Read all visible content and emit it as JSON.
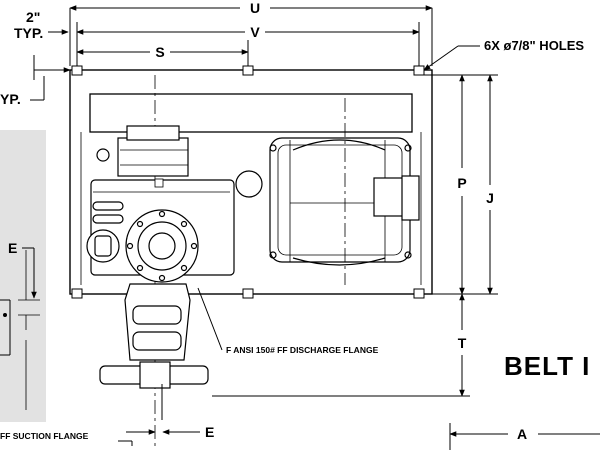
{
  "dimensions": {
    "u": "U",
    "v": "V",
    "s": "S",
    "p": "P",
    "j": "J",
    "t": "T",
    "e_left": "E",
    "e_bottom": "E",
    "a": "A",
    "two_inch": "2\"",
    "typ": "TYP.",
    "typ_left": "YP."
  },
  "notes": {
    "holes": "6X ø7/8\" HOLES",
    "discharge": "F ANSI 150# FF DISCHARGE FLANGE",
    "suction": "FF SUCTION FLANGE"
  },
  "title": "BELT I"
}
